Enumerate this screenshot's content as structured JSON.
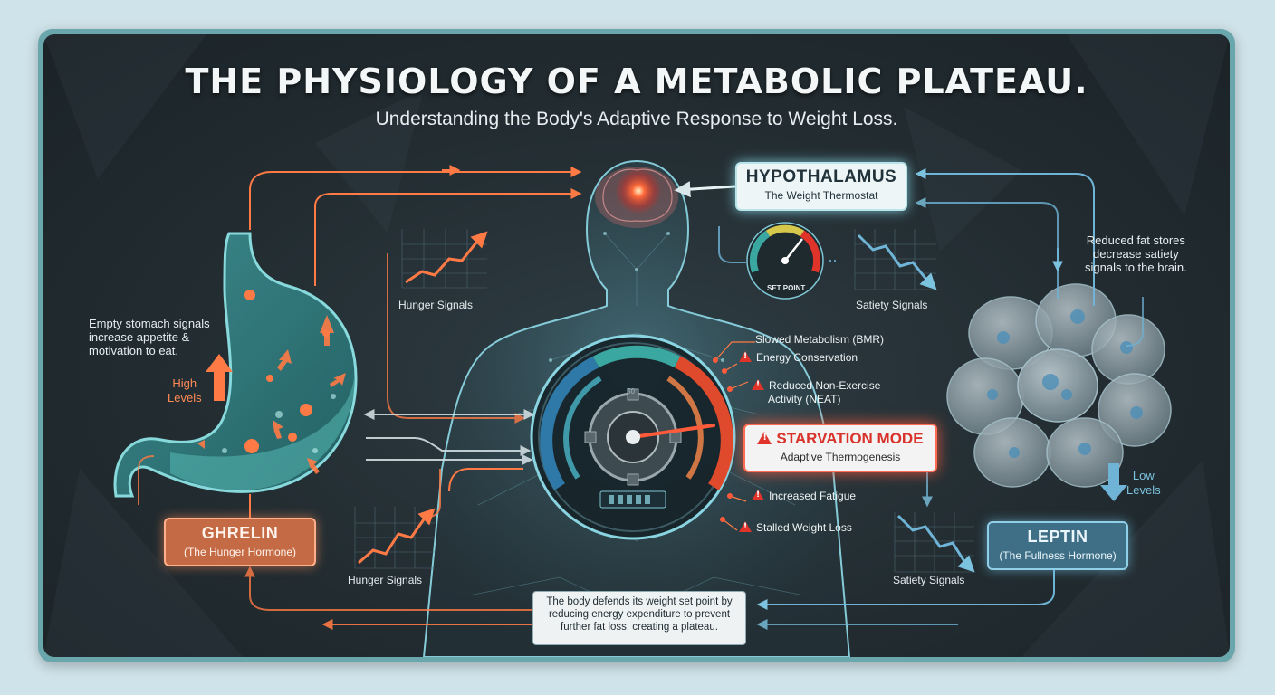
{
  "title": "THE PHYSIOLOGY OF A METABOLIC PLATEAU.",
  "subtitle": "Understanding the Body's Adaptive Response to Weight Loss.",
  "hypothalamus": {
    "title": "HYPOTHALAMUS",
    "subtitle": "The Weight Thermostat"
  },
  "set_point_label": "SET POINT",
  "gauge_mark": "50",
  "starvation": {
    "title": "STARVATION MODE",
    "subtitle": "Adaptive Thermogenesis"
  },
  "effects": [
    "Slowed Metabolism (BMR)",
    "Energy Conservation",
    "Reduced Non-Exercise",
    "Activity (NEAT)",
    "Increased Fatigue",
    "Stalled Weight Loss"
  ],
  "ghrelin": {
    "title": "GHRELIN",
    "subtitle": "(The Hunger Hormone)"
  },
  "leptin": {
    "title": "LEPTIN",
    "subtitle": "(The Fullness Hormone)"
  },
  "stomach_note": [
    "Empty stomach signals",
    "increase appetite &",
    "motivation to eat."
  ],
  "fat_note": [
    "Reduced fat stores",
    "decrease satiety",
    "signals to the brain."
  ],
  "high_levels": [
    "High",
    "Levels"
  ],
  "low_levels": [
    "Low",
    "Levels"
  ],
  "hunger_signals_label": "Hunger Signals",
  "satiety_signals_label": "Satiety Signals",
  "body_note": [
    "The body defends its weight set point by",
    "reducing energy expenditure to prevent",
    "further fat loss, creating a plateau."
  ],
  "colors": {
    "hunger_orange": "#ff7a45",
    "satiety_blue": "#6fb4d6",
    "warning_red": "#e0342a",
    "glow_cyan": "#8fdcea"
  }
}
